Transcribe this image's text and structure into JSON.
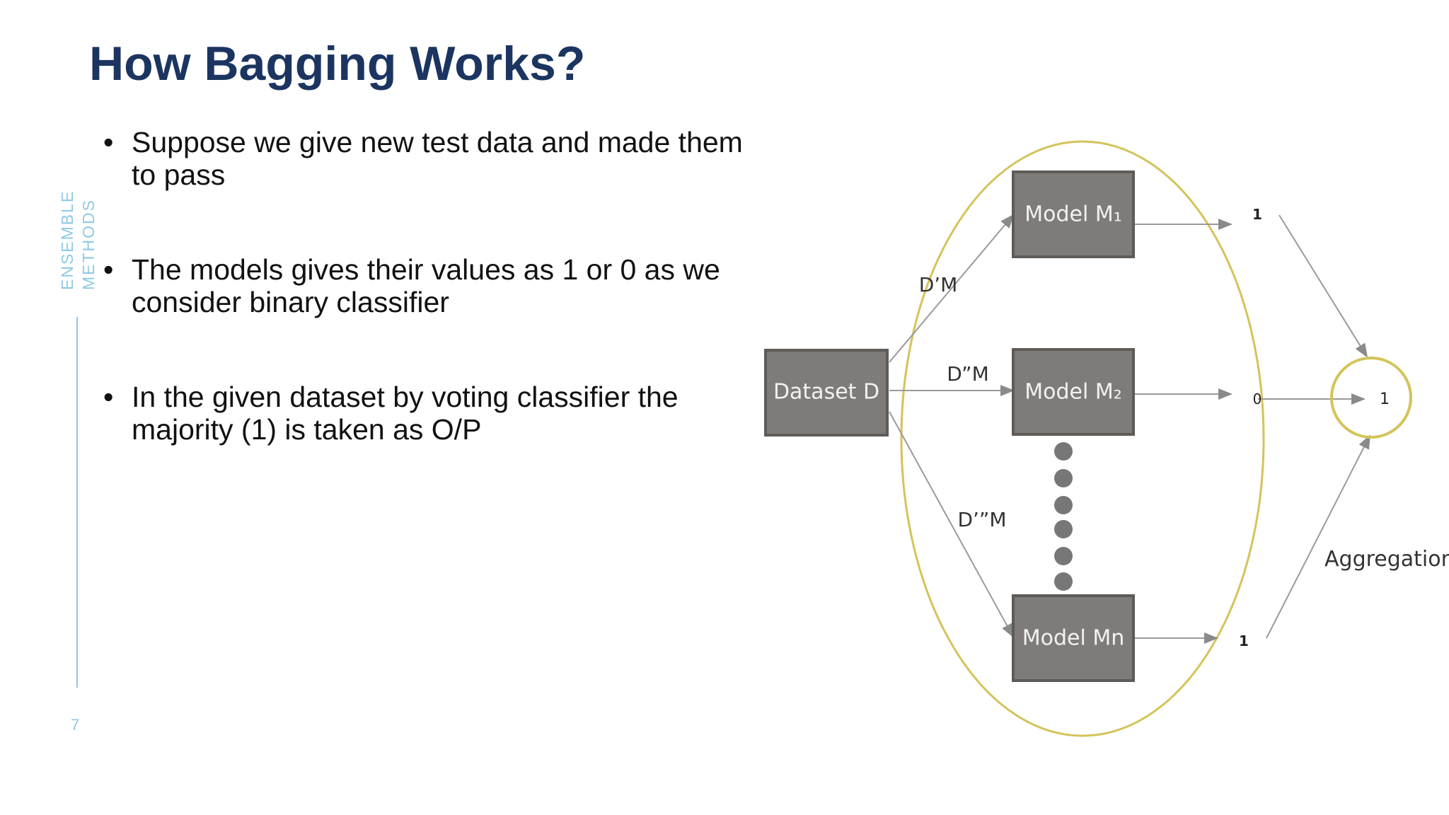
{
  "slide": {
    "title": "How Bagging Works?",
    "section_label_line1": "ENSEMBLE",
    "section_label_line2": "METHODS",
    "page_number": "7"
  },
  "bullets": [
    {
      "text": "Suppose we give new test data and made them to pass"
    },
    {
      "text": "The models gives their values as 1 or 0 as we consider binary classifier"
    },
    {
      "text": " In the given dataset by voting classifier the majority (1) is taken as O/P"
    }
  ],
  "diagram": {
    "dataset_label": "Dataset D",
    "model_labels": [
      "Model M₁",
      "Model M₂",
      "Model Mn"
    ],
    "sample_labels": [
      "D’M",
      "D”M",
      "D’”M"
    ],
    "outputs": [
      "1",
      "0",
      "1"
    ],
    "result": "1",
    "aggregation_label": "Aggregation",
    "colors": {
      "box_fill": "#7f7b78",
      "box_border": "#5f5b58",
      "box_text": "#f2f2f2",
      "ellipse": "#d4c35a",
      "arrows": "#9a9a9a",
      "dots": "#777777",
      "label_text": "#333333"
    }
  }
}
